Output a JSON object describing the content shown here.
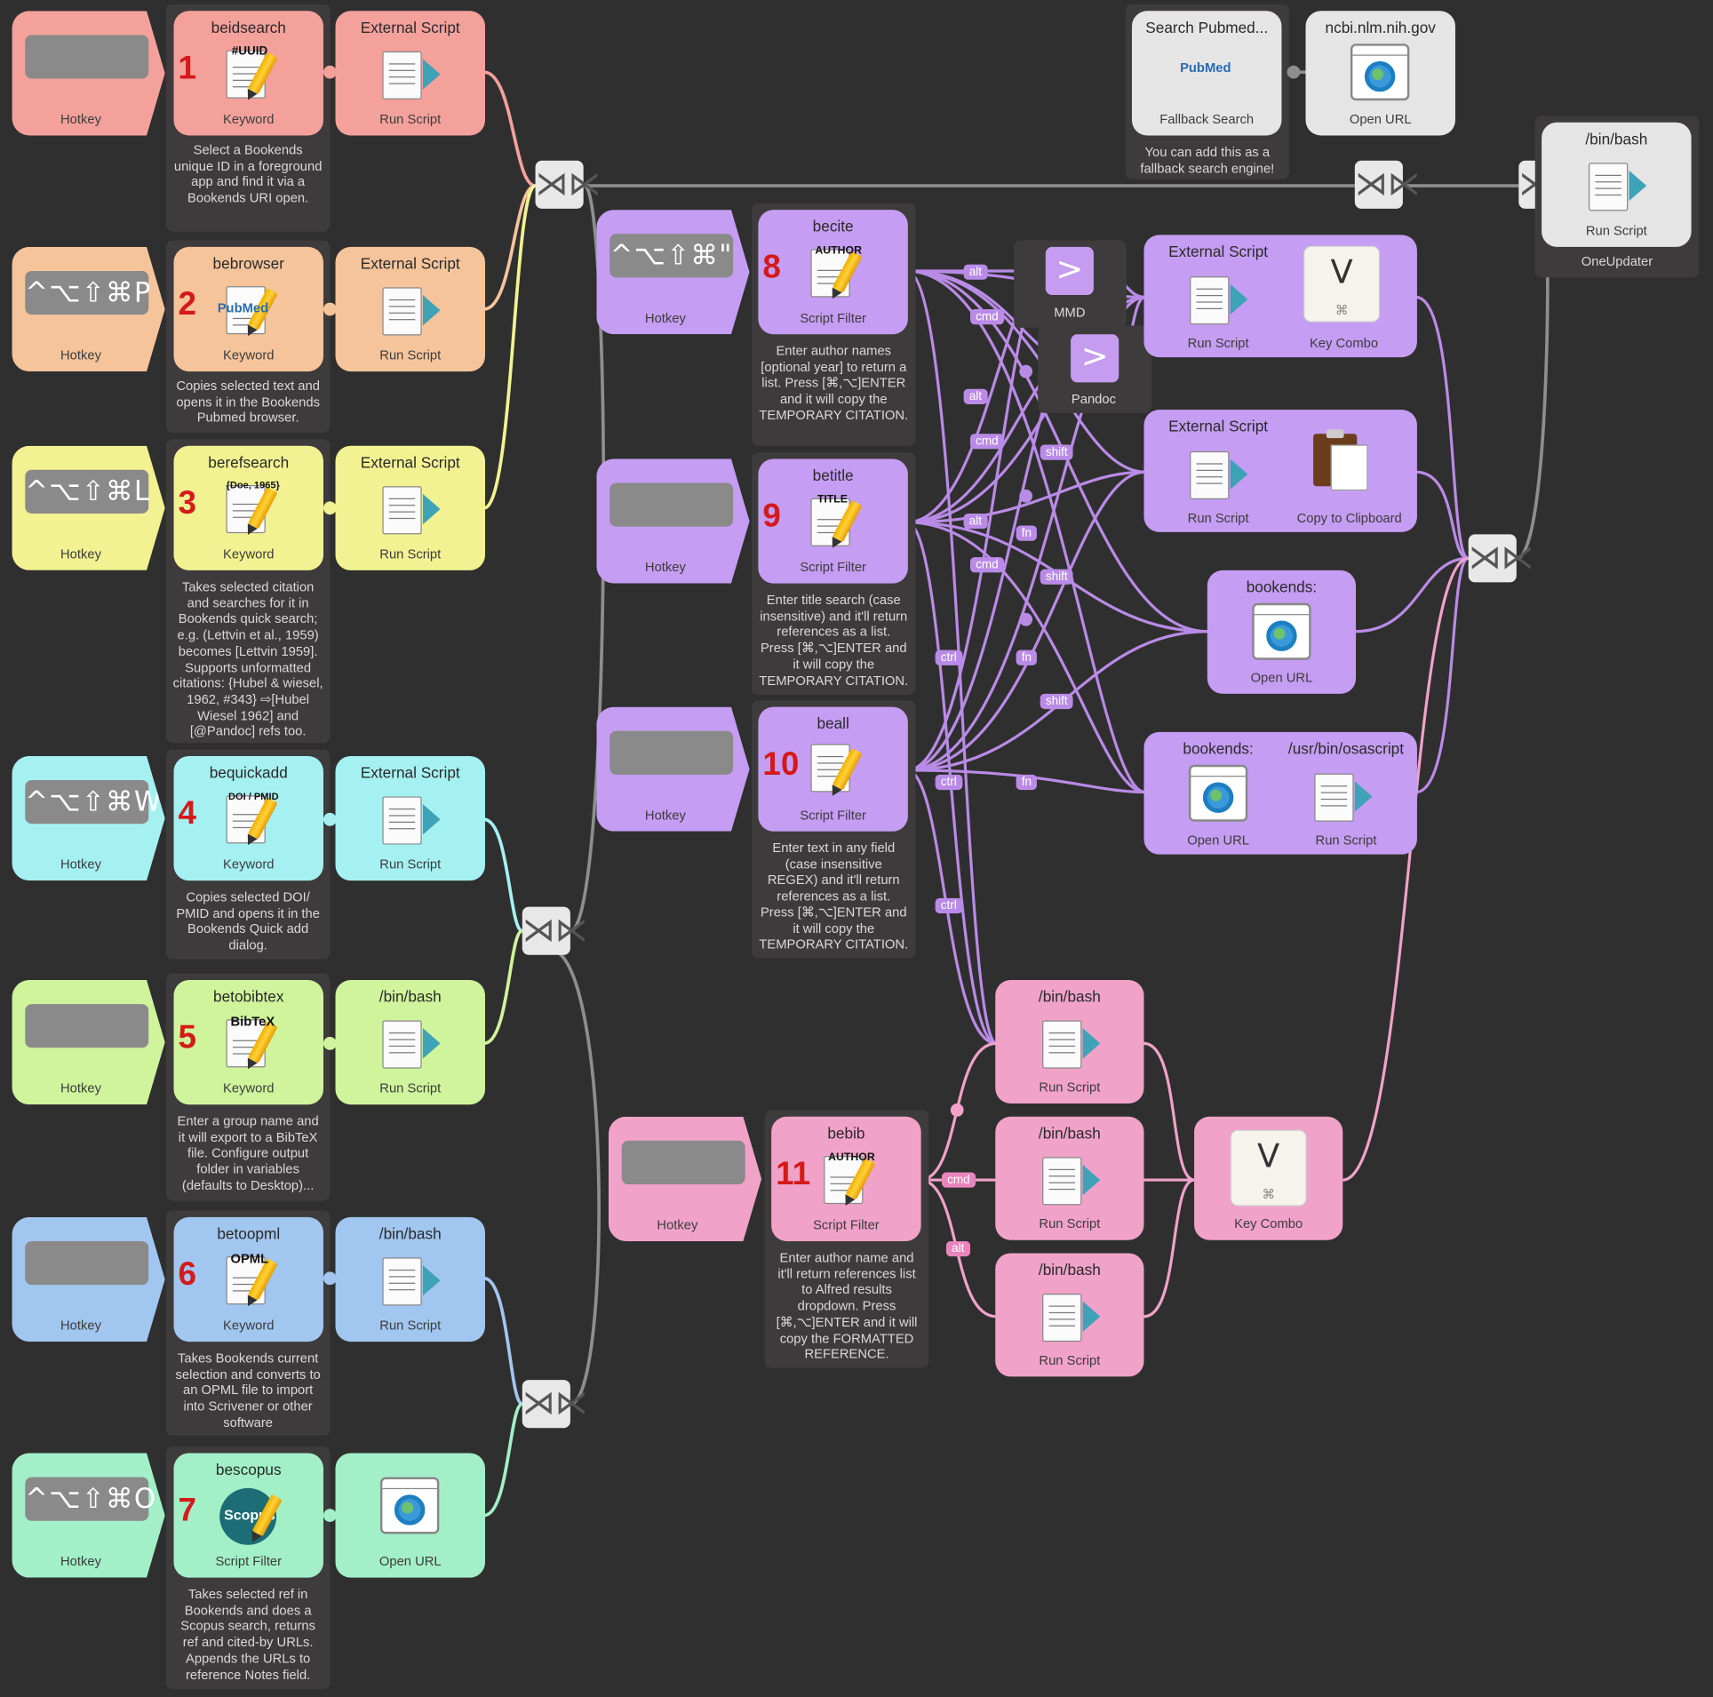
{
  "labels": {
    "hotkey": "Hotkey",
    "keyword": "Keyword",
    "script_filter": "Script Filter",
    "external_script": "External Script",
    "run_script": "Run Script",
    "bin_bash": "/bin/bash",
    "open_url": "Open URL",
    "key_combo": "Key Combo",
    "copy_to_clipboard": "Copy to Clipboard",
    "osascript": "/usr/bin/osascript",
    "bookends_scheme": "bookends:",
    "junction_glyph": "⋊⋉",
    "chevron": ">",
    "key_v": "V",
    "key_cmd": "⌘"
  },
  "colors": {
    "canvas": "#2f2f2f",
    "red": "#f4a19c",
    "orange": "#f6c49a",
    "yellow": "#f2f292",
    "cyan": "#a5f1f2",
    "green": "#cff49c",
    "blue": "#a1c6f0",
    "mint": "#a3efc8",
    "purple": "#c59df2",
    "pink": "#f1a2c9",
    "grey": "#e5e5e5",
    "number": "#d41a1a"
  },
  "rows": [
    {
      "num": "1",
      "hotkey": "",
      "keyword": "beidsearch",
      "icon_tag": "#UUID",
      "action_title": "External Script",
      "action_sub": "Run Script",
      "note": "Select a Bookends unique ID in a foreground app and find it via a Bookends URI open."
    },
    {
      "num": "2",
      "hotkey": "^⌥⇧⌘P",
      "keyword": "bebrowser",
      "icon_tag": "PubMed",
      "action_title": "External Script",
      "action_sub": "Run Script",
      "note": "Copies selected text and opens it in the Bookends Pubmed browser."
    },
    {
      "num": "3",
      "hotkey": "^⌥⇧⌘L",
      "keyword": "berefsearch",
      "icon_tag": "{Doe, 1965}",
      "action_title": "External Script",
      "action_sub": "Run Script",
      "note": "Takes selected citation and searches for it in Bookends quick search; e.g. (Lettvin et al., 1959) becomes [Lettvin 1959]. Supports unformatted citations: {Hubel & wiesel, 1962, #343} ⇨[Hubel Wiesel 1962] and [@Pandoc] refs too."
    },
    {
      "num": "4",
      "hotkey": "^⌥⇧⌘W",
      "keyword": "bequickadd",
      "icon_tag": "DOI / PMID",
      "action_title": "External Script",
      "action_sub": "Run Script",
      "note": "Copies selected DOI/ PMID and opens it in the Bookends Quick add dialog."
    },
    {
      "num": "5",
      "hotkey": "",
      "keyword": "betobibtex",
      "icon_tag": "BibTeX",
      "action_title": "/bin/bash",
      "action_sub": "Run Script",
      "note": "Enter a group name and it will export to a BibTeX file. Configure output folder in variables (defaults to Desktop)..."
    },
    {
      "num": "6",
      "hotkey": "",
      "keyword": "betoopml",
      "icon_tag": "OPML",
      "action_title": "/bin/bash",
      "action_sub": "Run Script",
      "note": "Takes Bookends current selection and converts to an OPML file to import into Scrivener or other software"
    },
    {
      "num": "7",
      "hotkey": "^⌥⇧⌘O",
      "keyword": "bescopus",
      "icon_tag": "Scopus",
      "kw_sub": "Script Filter",
      "action_title": "",
      "action_sub": "Open URL",
      "note": "Takes selected ref in Bookends and does a Scopus search, returns ref and cited-by URLs. Appends the URLs to reference Notes field."
    }
  ],
  "filters": [
    {
      "num": "8",
      "hotkey": "^⌥⇧⌘\"",
      "title": "becite",
      "icon_tag": "AUTHOR",
      "note": "Enter author names [optional year] to return a list. Press [⌘,⌥]ENTER and it will copy the TEMPORARY CITATION."
    },
    {
      "num": "9",
      "hotkey": "",
      "title": "betitle",
      "icon_tag": "TITLE",
      "note": "Enter title search (case insensitive) and it'll return references as a list. Press [⌘,⌥]ENTER and it will copy the TEMPORARY CITATION."
    },
    {
      "num": "10",
      "hotkey": "",
      "title": "beall",
      "icon_tag": "",
      "note": "Enter text in any field (case insensitive REGEX) and it'll return references as a list. Press [⌘,⌥]ENTER and it will copy the TEMPORARY CITATION."
    },
    {
      "num": "11",
      "hotkey": "",
      "title": "bebib",
      "icon_tag": "AUTHOR",
      "note": "Enter author name and it'll return references list to Alfred results dropdown. Press [⌘,⌥]ENTER and it will copy the FORMATTED REFERENCE."
    }
  ],
  "fallback": {
    "title": "Search Pubmed...",
    "logo": "PubMed",
    "sub": "Fallback Search",
    "note": "You can add this as a fallback search engine!"
  },
  "ncbi": {
    "title": "ncbi.nlm.nih.gov",
    "sub": "Open URL"
  },
  "updater": {
    "title": "/bin/bash",
    "sub": "Run Script",
    "group": "OneUpdater"
  },
  "output_group": {
    "mmd": "MMD",
    "pandoc": "Pandoc"
  },
  "modifiers": [
    "alt",
    "cmd",
    "alt",
    "cmd",
    "shift",
    "alt",
    "fn",
    "cmd",
    "shift",
    "ctrl",
    "fn",
    "shift",
    "ctrl",
    "fn",
    "ctrl",
    "cmd",
    "alt"
  ]
}
